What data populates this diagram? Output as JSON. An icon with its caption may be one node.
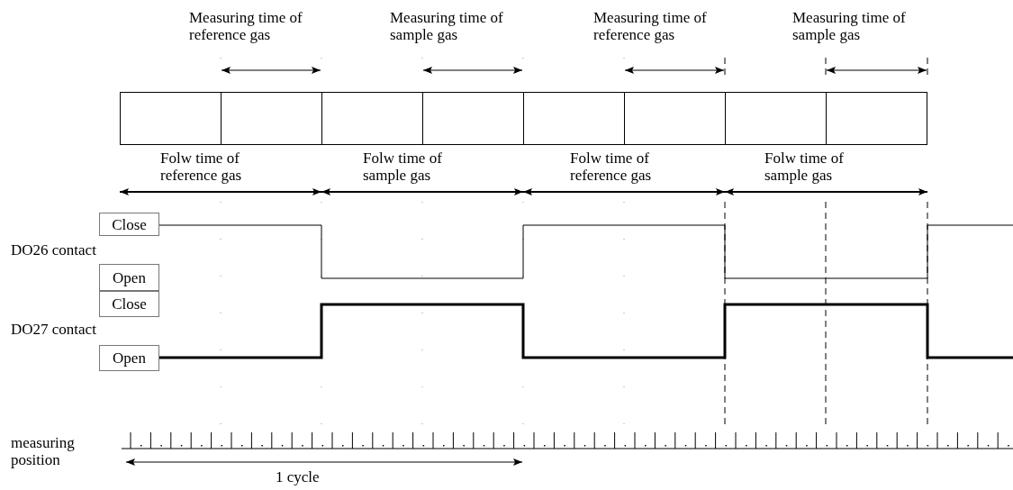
{
  "diagram": {
    "nodes": [
      {
        "text": [],
        "shape": "box"
      },
      {
        "text": [],
        "shape": "box"
      },
      {
        "text": [],
        "shape": "box"
      },
      {
        "text": [],
        "shape": "box"
      },
      {
        "text": [],
        "shape": "box"
      },
      {
        "text": [],
        "shape": "box"
      },
      {
        "text": [],
        "shape": "box"
      },
      {
        "text": [],
        "shape": "box"
      },
      {
        "text": [
          "Close"
        ]
      },
      {
        "text": [
          "Open"
        ]
      },
      {
        "text": [
          "Close"
        ]
      },
      {
        "text": [
          "Open"
        ]
      }
    ],
    "edges": [
      {
        "from": 8,
        "to": null,
        "arrow": "none"
      },
      {
        "from": 11,
        "to": null,
        "arrow": "none",
        "style": "thick"
      }
    ],
    "labels": [
      "Measuring time of reference gas",
      "Measuring time of sample gas",
      "Measuring time of reference gas",
      "Measuring time of sample gas",
      "Folw time of reference gas",
      "Folw time of sample gas",
      "Folw time of reference gas",
      "Folw time of sample gas",
      "DO26 contact",
      "DO27 contact",
      "measuring position",
      "1 cycle"
    ]
  }
}
